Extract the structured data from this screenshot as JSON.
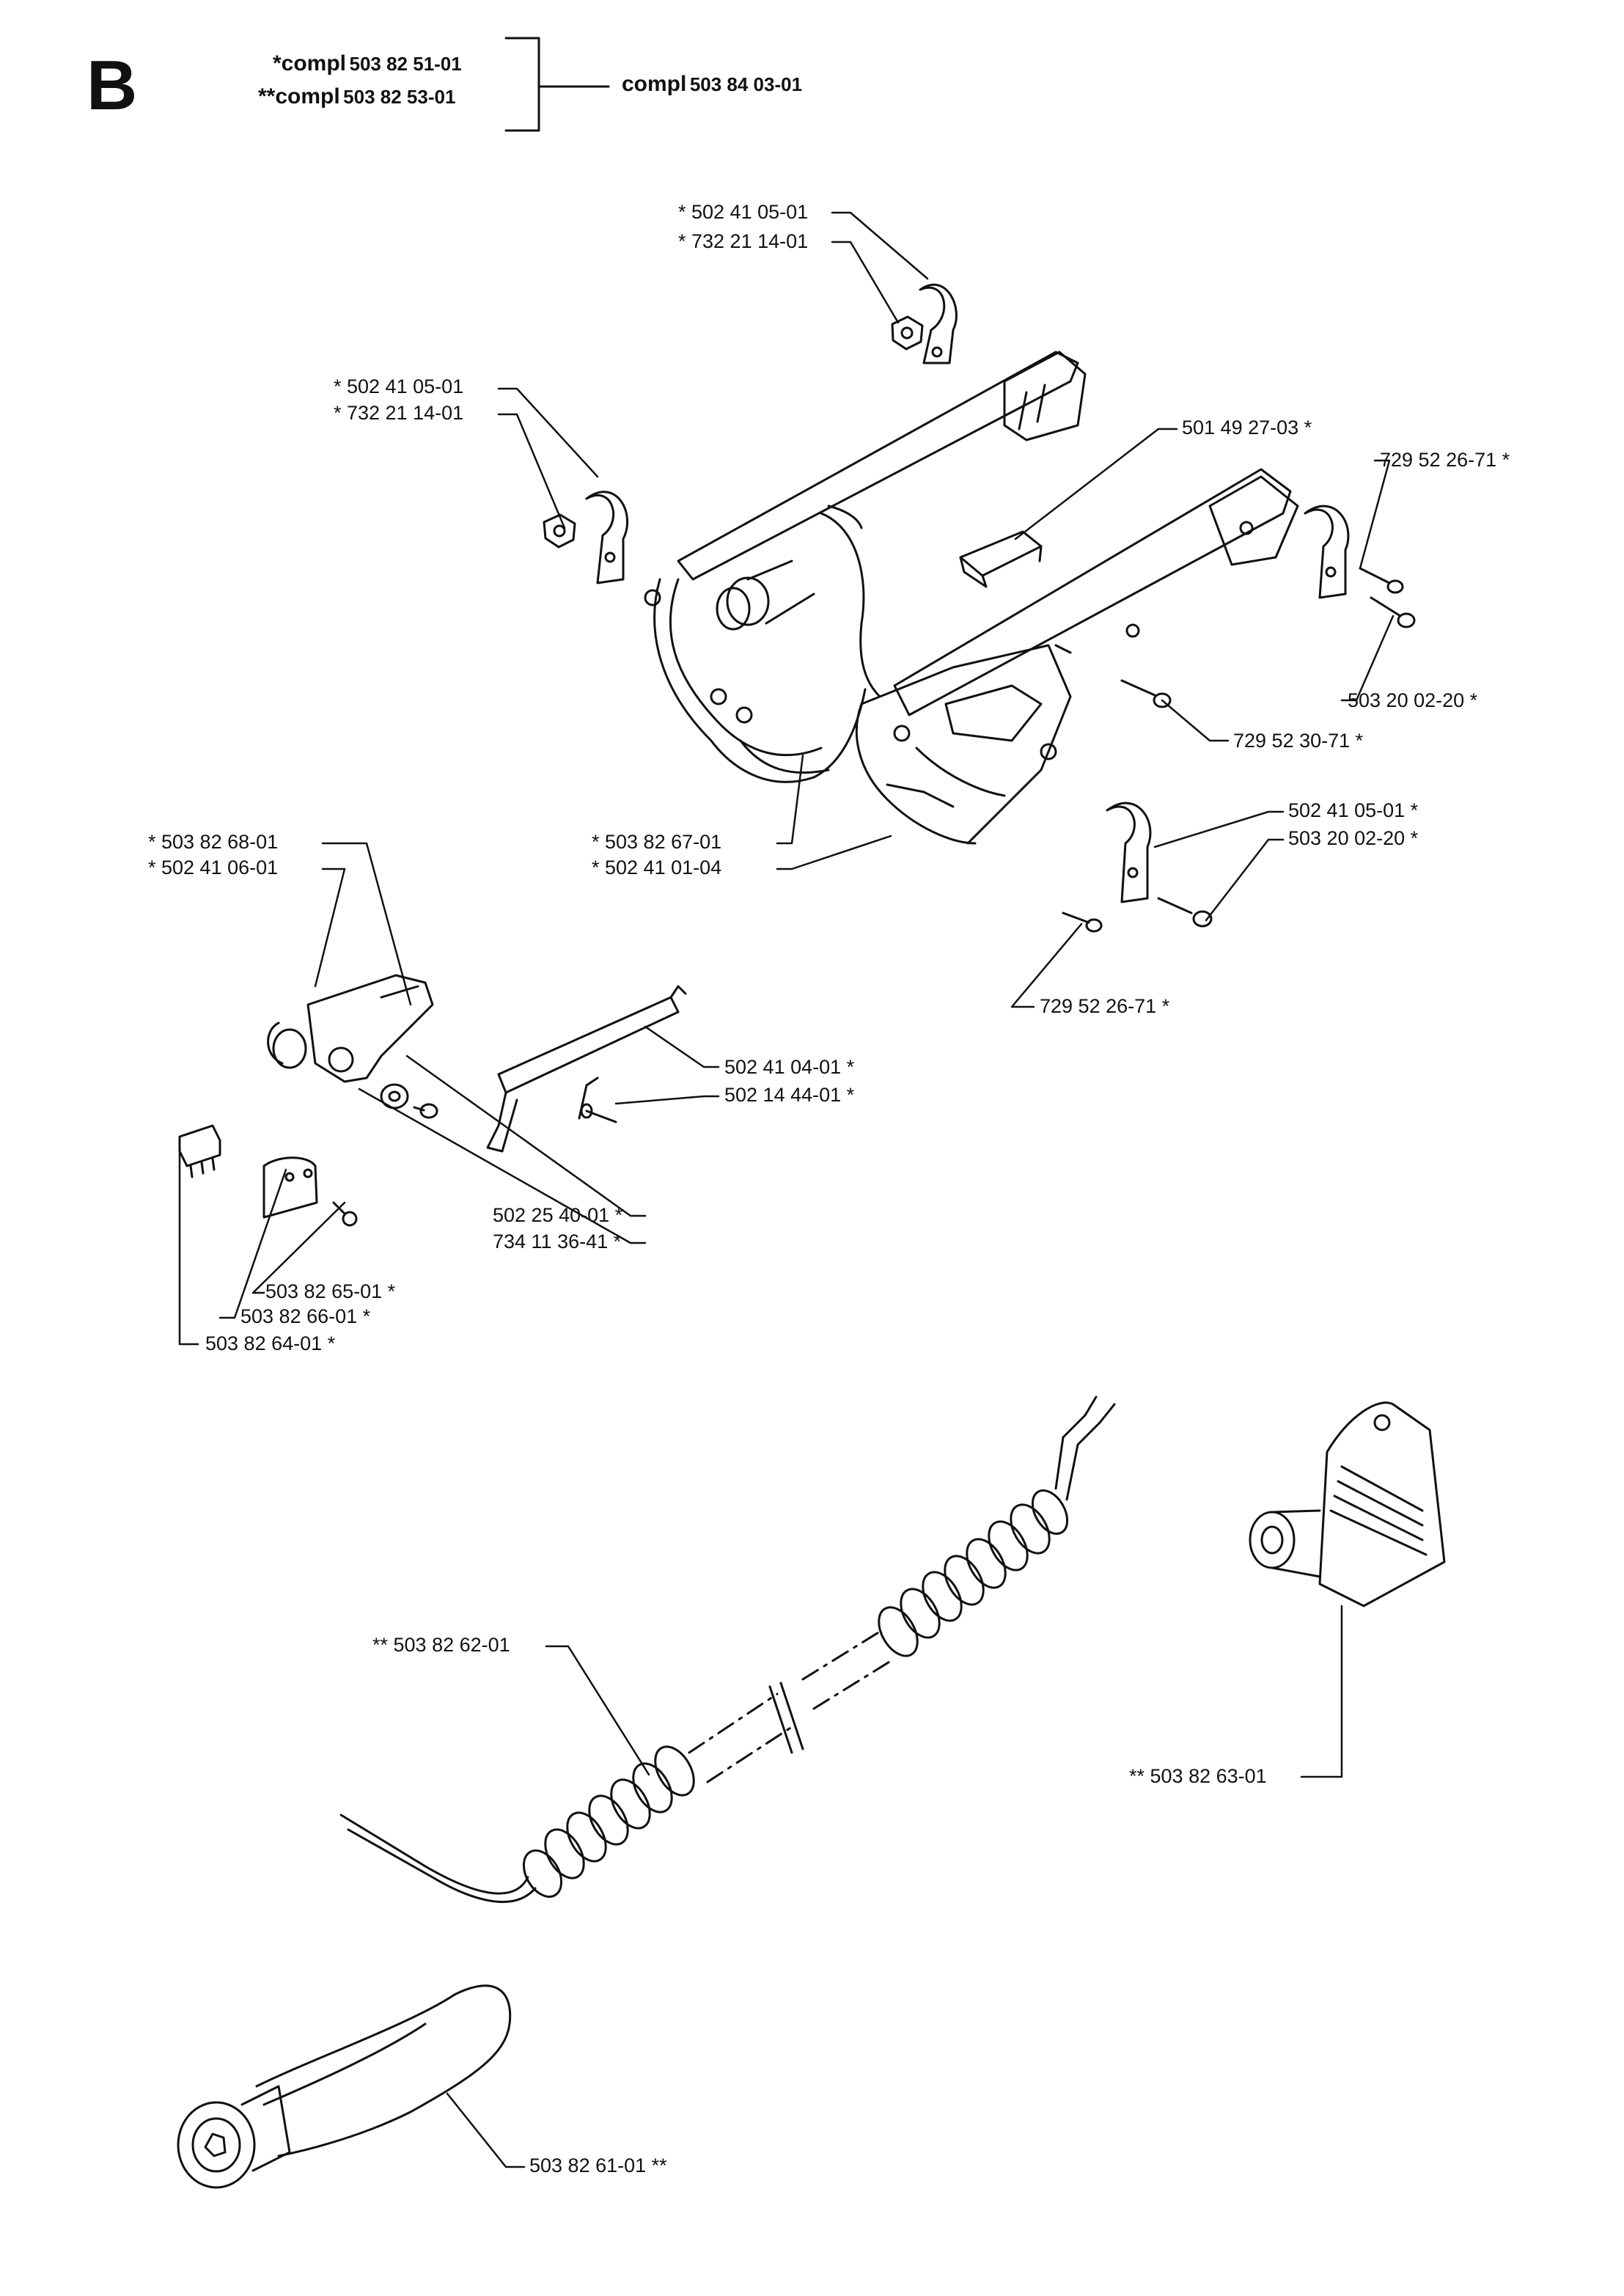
{
  "page": {
    "letter": "B",
    "kits": [
      {
        "prefix": "*compl",
        "number": "503 82 51-01"
      },
      {
        "prefix": "**compl",
        "number": "503 82 53-01"
      }
    ],
    "total": {
      "prefix": "compl",
      "number": "503 84 03-01"
    }
  },
  "labels": {
    "p01": "* 502 41 05-01",
    "p02": "* 732 21 14-01",
    "p03": "* 502 41 05-01",
    "p04": "* 732 21 14-01",
    "p05": "501 49 27-03 *",
    "p06": "729 52 26-71 *",
    "p07": "503 20 02-20 *",
    "p08": "729 52 30-71 *",
    "p09": "* 503 82 67-01",
    "p10": "* 502 41 01-04",
    "p11": "502 41 05-01 *",
    "p12": "503 20 02-20 *",
    "p13": "729 52 26-71 *",
    "p14": "* 503 82 68-01",
    "p15": "* 502 41 06-01",
    "p16": "502 41 04-01 *",
    "p17": "502 14 44-01 *",
    "p18": "502 25 40-01 *",
    "p19": "734 11 36-41 *",
    "p20": "503 82 65-01 *",
    "p21": "503 82 66-01 *",
    "p22": "503 82 64-01 *",
    "p23": "** 503 82 62-01",
    "p24": "** 503 82 63-01",
    "p25": "503 82 61-01 **"
  }
}
